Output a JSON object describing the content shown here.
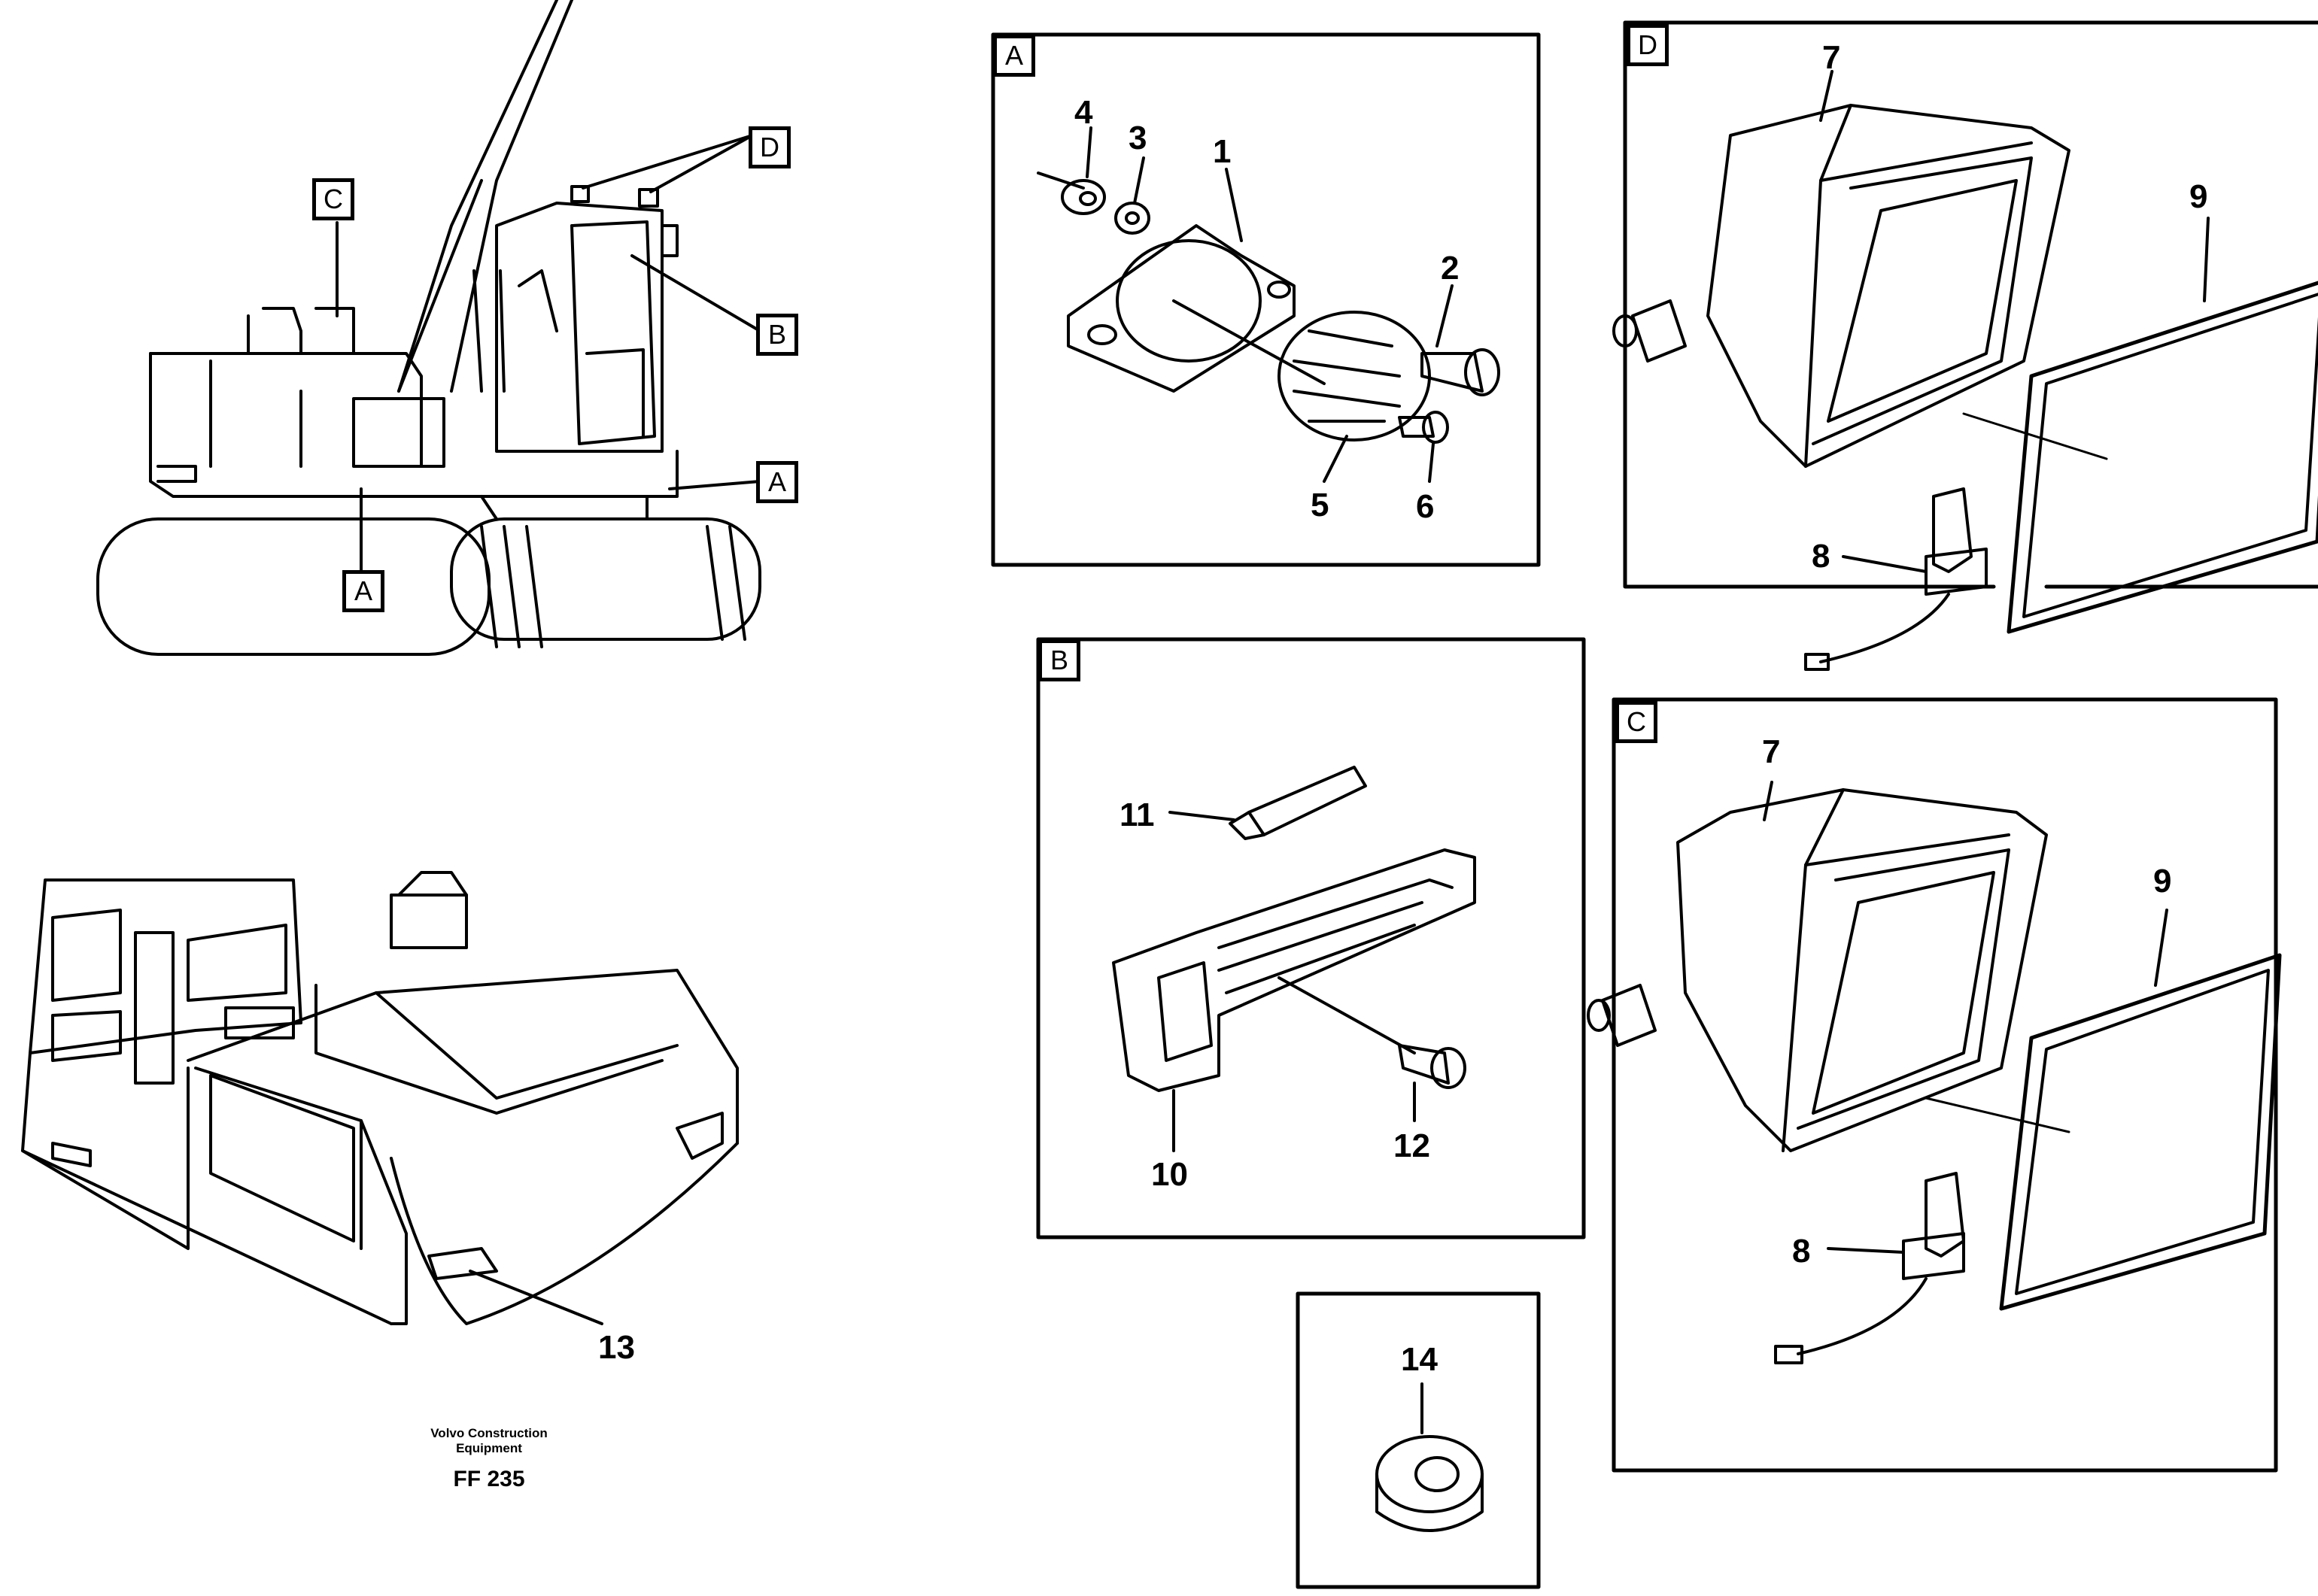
{
  "overview_tags": {
    "c": "C",
    "d": "D",
    "b": "B",
    "a_right": "A",
    "a_bottom": "A"
  },
  "panel_a": {
    "tag": "A",
    "labels": {
      "n1": "1",
      "n2": "2",
      "n3": "3",
      "n4": "4",
      "n5": "5",
      "n6": "6"
    }
  },
  "panel_b": {
    "tag": "B",
    "labels": {
      "n10": "10",
      "n11": "11",
      "n12": "12"
    }
  },
  "panel_d": {
    "tag": "D",
    "labels": {
      "n7": "7",
      "n8": "8",
      "n9": "9"
    }
  },
  "panel_c": {
    "tag": "C",
    "labels": {
      "n7": "7",
      "n8": "8",
      "n9": "9"
    }
  },
  "panel_14": {
    "labels": {
      "n14": "14"
    }
  },
  "machine_rear": {
    "labels": {
      "n13": "13"
    }
  },
  "footer": {
    "brand_line1": "Volvo Construction",
    "brand_line2": "Equipment",
    "figure_code": "FF 235"
  }
}
